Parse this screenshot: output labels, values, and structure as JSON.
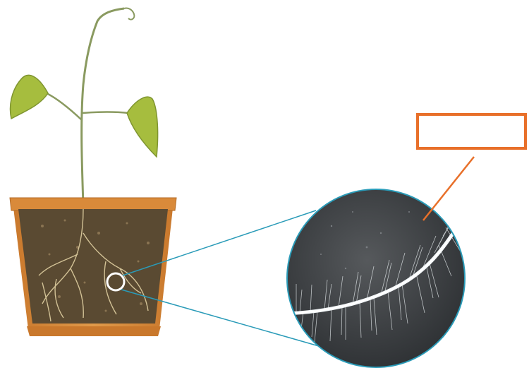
{
  "diagram": {
    "label_box_text": "",
    "colors": {
      "label_border": "#e8702a",
      "leader_line": "#e8702a",
      "zoom_lines": "#2a9bb8",
      "pot_terracotta": "#d98a3a",
      "soil": "#5a4a32",
      "leaf_green": "#a6bd3e",
      "stem": "#8a9a60",
      "root_hair": "#e8eef0",
      "magnifier_background": "#3a3e42"
    },
    "parts": [
      "plant",
      "pot",
      "soil",
      "root",
      "magnifier",
      "root-hairs",
      "label-box"
    ]
  }
}
